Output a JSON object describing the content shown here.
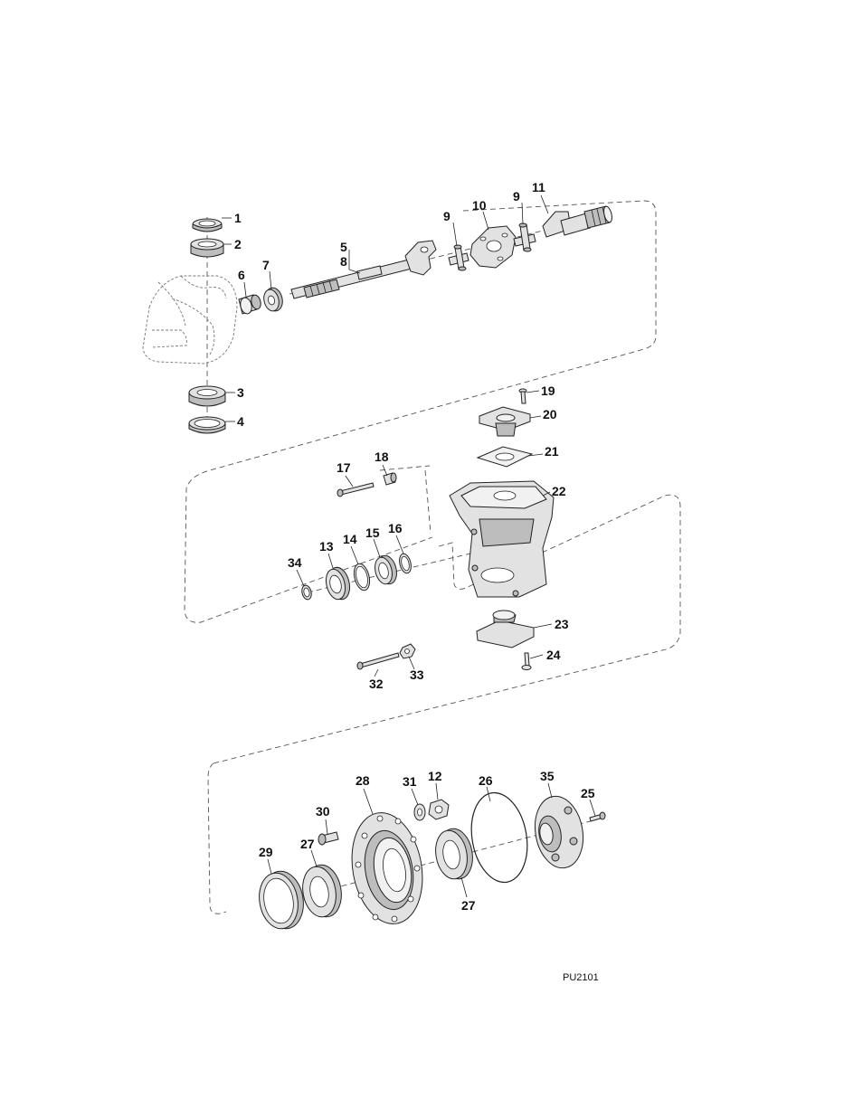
{
  "figure": {
    "id": "PU2101"
  },
  "callouts": [
    {
      "number": "1"
    },
    {
      "number": "2"
    },
    {
      "number": "3"
    },
    {
      "number": "4"
    },
    {
      "number": "5"
    },
    {
      "number": "8"
    },
    {
      "number": "6"
    },
    {
      "number": "7"
    },
    {
      "number": "9"
    },
    {
      "number": "10"
    },
    {
      "number": "9"
    },
    {
      "number": "11"
    },
    {
      "number": "19"
    },
    {
      "number": "20"
    },
    {
      "number": "21"
    },
    {
      "number": "22"
    },
    {
      "number": "17"
    },
    {
      "number": "18"
    },
    {
      "number": "13"
    },
    {
      "number": "14"
    },
    {
      "number": "15"
    },
    {
      "number": "16"
    },
    {
      "number": "34"
    },
    {
      "number": "23"
    },
    {
      "number": "24"
    },
    {
      "number": "32"
    },
    {
      "number": "33"
    },
    {
      "number": "28"
    },
    {
      "number": "31"
    },
    {
      "number": "12"
    },
    {
      "number": "26"
    },
    {
      "number": "35"
    },
    {
      "number": "25"
    },
    {
      "number": "30"
    },
    {
      "number": "27"
    },
    {
      "number": "29"
    },
    {
      "number": "27"
    }
  ]
}
